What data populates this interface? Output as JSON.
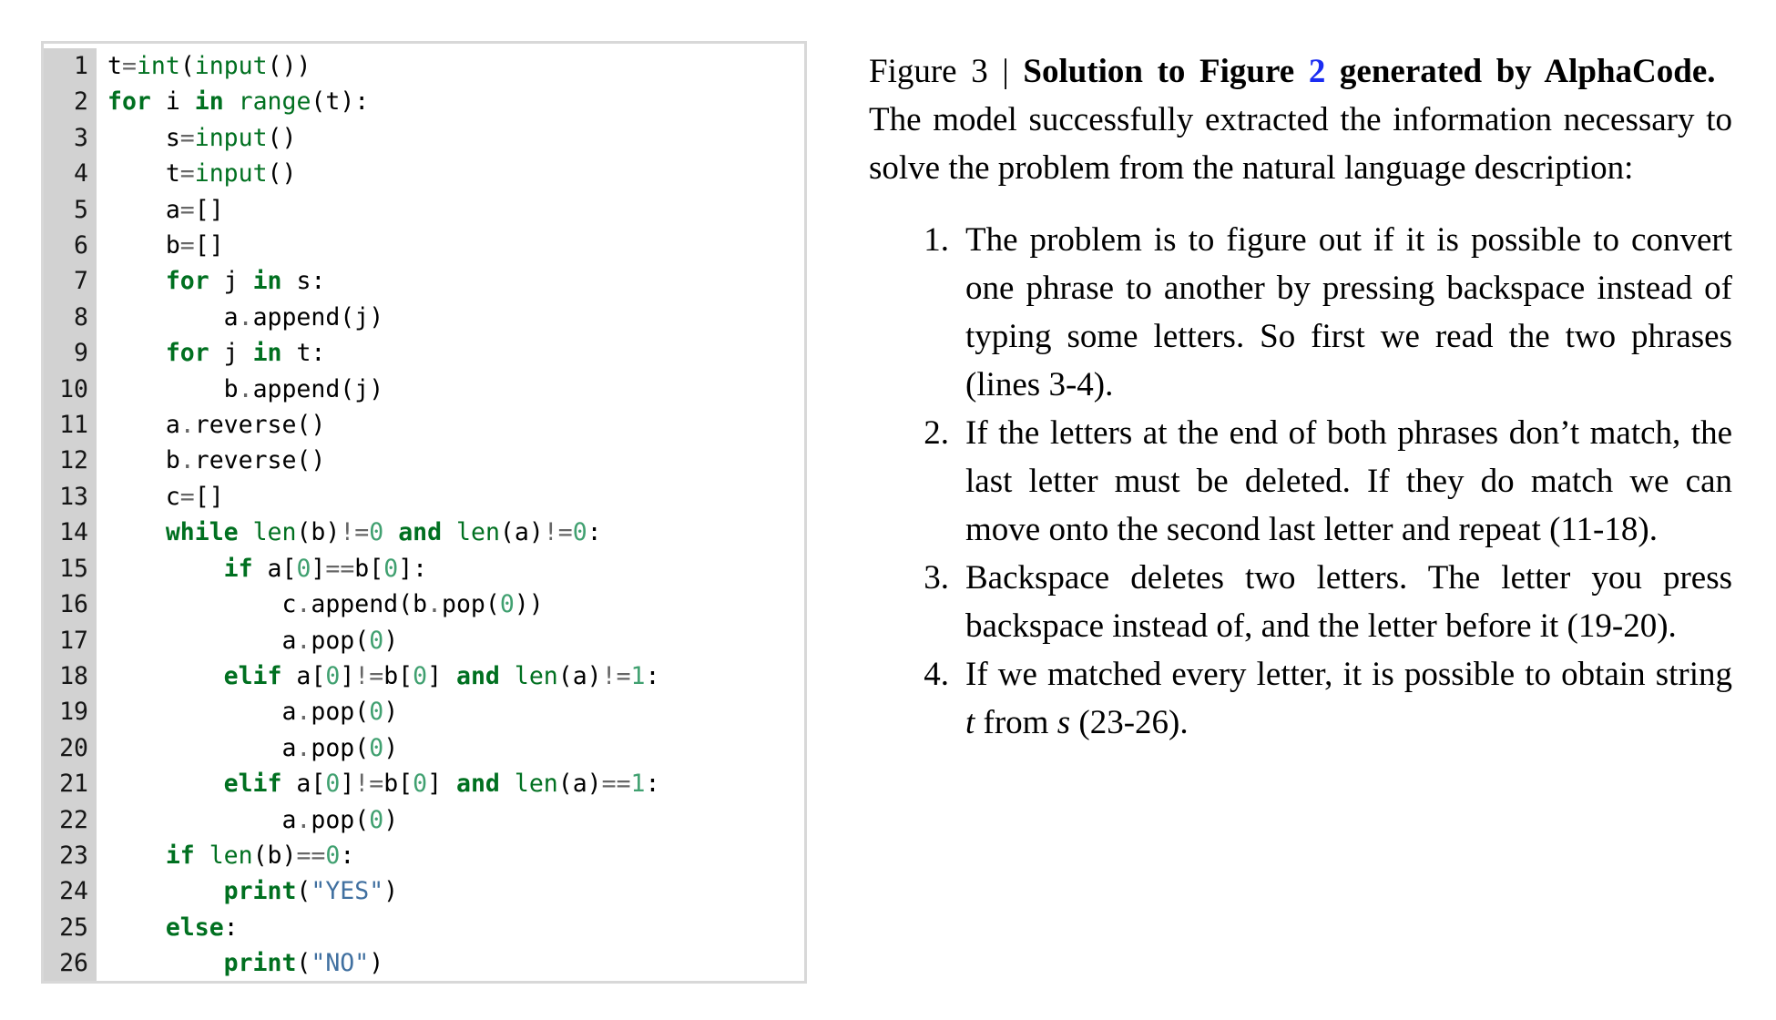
{
  "colors": {
    "keyword": "#007020",
    "builtin": "#007020",
    "number": "#40a070",
    "string": "#4070a0",
    "operator": "#666666",
    "plain": "#000000",
    "gutter_background": "#d2d2d2",
    "gutter_text": "#161616",
    "code_border": "#d8d8d8",
    "link": "#1b2df2"
  },
  "code": {
    "language": "python",
    "lines": [
      {
        "n": "1",
        "tokens": [
          [
            "p",
            "t"
          ],
          [
            "o",
            "="
          ],
          [
            "b",
            "int"
          ],
          [
            "p",
            "("
          ],
          [
            "b",
            "input"
          ],
          [
            "p",
            "())"
          ]
        ]
      },
      {
        "n": "2",
        "tokens": [
          [
            "k",
            "for"
          ],
          [
            "p",
            " i "
          ],
          [
            "k",
            "in"
          ],
          [
            "p",
            " "
          ],
          [
            "b",
            "range"
          ],
          [
            "p",
            "(t):"
          ]
        ]
      },
      {
        "n": "3",
        "tokens": [
          [
            "p",
            "    s"
          ],
          [
            "o",
            "="
          ],
          [
            "b",
            "input"
          ],
          [
            "p",
            "()"
          ]
        ]
      },
      {
        "n": "4",
        "tokens": [
          [
            "p",
            "    t"
          ],
          [
            "o",
            "="
          ],
          [
            "b",
            "input"
          ],
          [
            "p",
            "()"
          ]
        ]
      },
      {
        "n": "5",
        "tokens": [
          [
            "p",
            "    a"
          ],
          [
            "o",
            "="
          ],
          [
            "p",
            "[]"
          ]
        ]
      },
      {
        "n": "6",
        "tokens": [
          [
            "p",
            "    b"
          ],
          [
            "o",
            "="
          ],
          [
            "p",
            "[]"
          ]
        ]
      },
      {
        "n": "7",
        "tokens": [
          [
            "p",
            "    "
          ],
          [
            "k",
            "for"
          ],
          [
            "p",
            " j "
          ],
          [
            "k",
            "in"
          ],
          [
            "p",
            " s:"
          ]
        ]
      },
      {
        "n": "8",
        "tokens": [
          [
            "p",
            "        a"
          ],
          [
            "o",
            "."
          ],
          [
            "p",
            "append(j)"
          ]
        ]
      },
      {
        "n": "9",
        "tokens": [
          [
            "p",
            "    "
          ],
          [
            "k",
            "for"
          ],
          [
            "p",
            " j "
          ],
          [
            "k",
            "in"
          ],
          [
            "p",
            " t:"
          ]
        ]
      },
      {
        "n": "10",
        "tokens": [
          [
            "p",
            "        b"
          ],
          [
            "o",
            "."
          ],
          [
            "p",
            "append(j)"
          ]
        ]
      },
      {
        "n": "11",
        "tokens": [
          [
            "p",
            "    a"
          ],
          [
            "o",
            "."
          ],
          [
            "p",
            "reverse()"
          ]
        ]
      },
      {
        "n": "12",
        "tokens": [
          [
            "p",
            "    b"
          ],
          [
            "o",
            "."
          ],
          [
            "p",
            "reverse()"
          ]
        ]
      },
      {
        "n": "13",
        "tokens": [
          [
            "p",
            "    c"
          ],
          [
            "o",
            "="
          ],
          [
            "p",
            "[]"
          ]
        ]
      },
      {
        "n": "14",
        "tokens": [
          [
            "p",
            "    "
          ],
          [
            "k",
            "while"
          ],
          [
            "p",
            " "
          ],
          [
            "b",
            "len"
          ],
          [
            "p",
            "(b)"
          ],
          [
            "o",
            "!="
          ],
          [
            "n",
            "0"
          ],
          [
            "p",
            " "
          ],
          [
            "k",
            "and"
          ],
          [
            "p",
            " "
          ],
          [
            "b",
            "len"
          ],
          [
            "p",
            "(a)"
          ],
          [
            "o",
            "!="
          ],
          [
            "n",
            "0"
          ],
          [
            "p",
            ":"
          ]
        ]
      },
      {
        "n": "15",
        "tokens": [
          [
            "p",
            "        "
          ],
          [
            "k",
            "if"
          ],
          [
            "p",
            " a["
          ],
          [
            "n",
            "0"
          ],
          [
            "p",
            "]"
          ],
          [
            "o",
            "=="
          ],
          [
            "p",
            "b["
          ],
          [
            "n",
            "0"
          ],
          [
            "p",
            "]:"
          ]
        ]
      },
      {
        "n": "16",
        "tokens": [
          [
            "p",
            "            c"
          ],
          [
            "o",
            "."
          ],
          [
            "p",
            "append(b"
          ],
          [
            "o",
            "."
          ],
          [
            "p",
            "pop("
          ],
          [
            "n",
            "0"
          ],
          [
            "p",
            "))"
          ]
        ]
      },
      {
        "n": "17",
        "tokens": [
          [
            "p",
            "            a"
          ],
          [
            "o",
            "."
          ],
          [
            "p",
            "pop("
          ],
          [
            "n",
            "0"
          ],
          [
            "p",
            ")"
          ]
        ]
      },
      {
        "n": "18",
        "tokens": [
          [
            "p",
            "        "
          ],
          [
            "k",
            "elif"
          ],
          [
            "p",
            " a["
          ],
          [
            "n",
            "0"
          ],
          [
            "p",
            "]"
          ],
          [
            "o",
            "!="
          ],
          [
            "p",
            "b["
          ],
          [
            "n",
            "0"
          ],
          [
            "p",
            "] "
          ],
          [
            "k",
            "and"
          ],
          [
            "p",
            " "
          ],
          [
            "b",
            "len"
          ],
          [
            "p",
            "(a)"
          ],
          [
            "o",
            "!="
          ],
          [
            "n",
            "1"
          ],
          [
            "p",
            ":"
          ]
        ]
      },
      {
        "n": "19",
        "tokens": [
          [
            "p",
            "            a"
          ],
          [
            "o",
            "."
          ],
          [
            "p",
            "pop("
          ],
          [
            "n",
            "0"
          ],
          [
            "p",
            ")"
          ]
        ]
      },
      {
        "n": "20",
        "tokens": [
          [
            "p",
            "            a"
          ],
          [
            "o",
            "."
          ],
          [
            "p",
            "pop("
          ],
          [
            "n",
            "0"
          ],
          [
            "p",
            ")"
          ]
        ]
      },
      {
        "n": "21",
        "tokens": [
          [
            "p",
            "        "
          ],
          [
            "k",
            "elif"
          ],
          [
            "p",
            " a["
          ],
          [
            "n",
            "0"
          ],
          [
            "p",
            "]"
          ],
          [
            "o",
            "!="
          ],
          [
            "p",
            "b["
          ],
          [
            "n",
            "0"
          ],
          [
            "p",
            "] "
          ],
          [
            "k",
            "and"
          ],
          [
            "p",
            " "
          ],
          [
            "b",
            "len"
          ],
          [
            "p",
            "(a)"
          ],
          [
            "o",
            "=="
          ],
          [
            "n",
            "1"
          ],
          [
            "p",
            ":"
          ]
        ]
      },
      {
        "n": "22",
        "tokens": [
          [
            "p",
            "            a"
          ],
          [
            "o",
            "."
          ],
          [
            "p",
            "pop("
          ],
          [
            "n",
            "0"
          ],
          [
            "p",
            ")"
          ]
        ]
      },
      {
        "n": "23",
        "tokens": [
          [
            "p",
            "    "
          ],
          [
            "k",
            "if"
          ],
          [
            "p",
            " "
          ],
          [
            "b",
            "len"
          ],
          [
            "p",
            "(b)"
          ],
          [
            "o",
            "=="
          ],
          [
            "n",
            "0"
          ],
          [
            "p",
            ":"
          ]
        ]
      },
      {
        "n": "24",
        "tokens": [
          [
            "p",
            "        "
          ],
          [
            "k",
            "print"
          ],
          [
            "p",
            "("
          ],
          [
            "s",
            "\"YES\""
          ],
          [
            "p",
            ")"
          ]
        ]
      },
      {
        "n": "25",
        "tokens": [
          [
            "p",
            "    "
          ],
          [
            "k",
            "else"
          ],
          [
            "p",
            ":"
          ]
        ]
      },
      {
        "n": "26",
        "tokens": [
          [
            "p",
            "        "
          ],
          [
            "k",
            "print"
          ],
          [
            "p",
            "("
          ],
          [
            "s",
            "\"NO\""
          ],
          [
            "p",
            ")"
          ]
        ]
      }
    ]
  },
  "caption": {
    "segments": [
      {
        "text": "Figure 3 | "
      },
      {
        "text": "Solution to Figure ",
        "bold": true
      },
      {
        "text": "2",
        "bold": true,
        "link": true
      },
      {
        "text": " generated by AlphaCode.",
        "bold": true
      },
      {
        "text": " The model successfully extracted the information necessary to solve the problem from the natural language description:"
      }
    ]
  },
  "list": {
    "items": [
      {
        "number": "1.",
        "segments": [
          {
            "text": "The problem is to figure out if it is possible to convert one phrase to another by pressing backspace instead of typing some letters. So first we read the two phrases (lines 3-4)."
          }
        ]
      },
      {
        "number": "2.",
        "segments": [
          {
            "text": "If the letters at the end of both phrases don’t match, the last letter must be deleted. If they do match we can move onto the second last letter and repeat (11-18)."
          }
        ]
      },
      {
        "number": "3.",
        "segments": [
          {
            "text": "Backspace deletes two letters. The letter you press backspace instead of, and the letter before it (19-20)."
          }
        ]
      },
      {
        "number": "4.",
        "segments": [
          {
            "text": "If we matched every letter, it is possible to obtain string "
          },
          {
            "text": "t",
            "italic": true
          },
          {
            "text": " from "
          },
          {
            "text": "s",
            "italic": true
          },
          {
            "text": " (23-26)."
          }
        ]
      }
    ]
  }
}
